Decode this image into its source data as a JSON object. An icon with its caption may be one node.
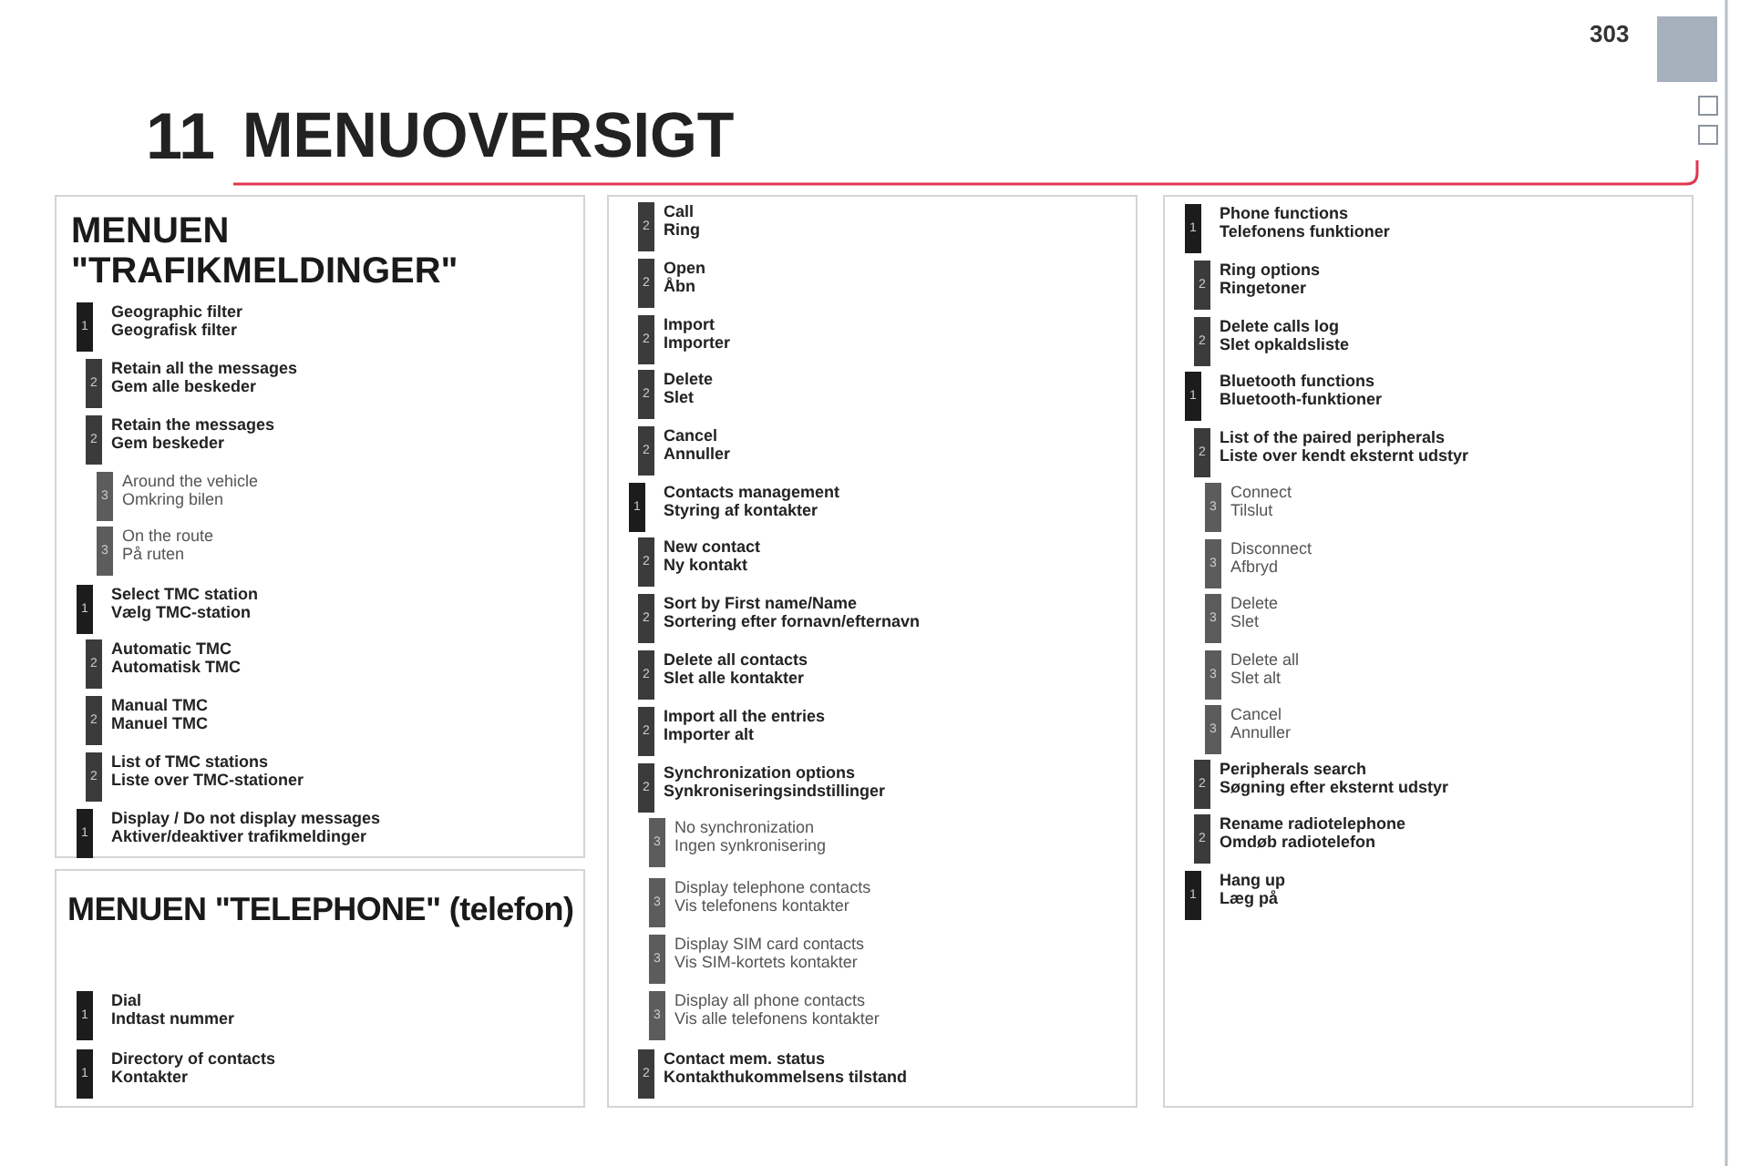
{
  "diagram": {
    "title": "MENUOVERSIGT",
    "nodes": [
      {
        "text": [
          "MENUEN \"TRAFIKMELDINGER\""
        ]
      },
      {
        "text": [
          "1",
          "Geographic filter",
          "Geografisk filter"
        ],
        "in": 0
      },
      {
        "text": [
          "2",
          "Retain all the messages",
          "Gem alle beskeder"
        ],
        "in": 0
      },
      {
        "text": [
          "2",
          "Retain the messages",
          "Gem beskeder"
        ],
        "in": 0
      },
      {
        "text": [
          "3",
          "Around the vehicle",
          "Omkring bilen"
        ],
        "in": 0
      },
      {
        "text": [
          "3",
          "On the route",
          "På ruten"
        ],
        "in": 0
      },
      {
        "text": [
          "1",
          "Select TMC station",
          "Vælg TMC-station"
        ],
        "in": 0
      },
      {
        "text": [
          "2",
          "Automatic TMC",
          "Automatisk TMC"
        ],
        "in": 0
      },
      {
        "text": [
          "2",
          "Manual TMC",
          "Manuel TMC"
        ],
        "in": 0
      },
      {
        "text": [
          "2",
          "List of TMC stations",
          "Liste over TMC-stationer"
        ],
        "in": 0
      },
      {
        "text": [
          "1",
          "Display / Do not display messages",
          "Aktiver/deaktiver trafikmeldinger"
        ],
        "in": 0
      },
      {
        "text": [
          "MENUEN \"TELEPHONE\" (telefon)"
        ]
      },
      {
        "text": [
          "1",
          "Dial",
          "Indtast nummer"
        ],
        "in": 11
      },
      {
        "text": [
          "1",
          "Directory of contacts",
          "Kontakter"
        ],
        "in": 11
      },
      {
        "text": [],
        "shape": "box"
      },
      {
        "text": [
          "2",
          "Call",
          "Ring"
        ],
        "in": 14
      },
      {
        "text": [
          "2",
          "Open",
          "Åbn"
        ],
        "in": 14
      },
      {
        "text": [
          "2",
          "Import",
          "Importer"
        ],
        "in": 14
      },
      {
        "text": [
          "2",
          "Delete",
          "Slet"
        ],
        "in": 14
      },
      {
        "text": [
          "2",
          "Cancel",
          "Annuller"
        ],
        "in": 14
      },
      {
        "text": [
          "1",
          "Contacts management",
          "Styring af kontakter"
        ],
        "in": 14
      },
      {
        "text": [
          "2",
          "New contact",
          "Ny kontakt"
        ],
        "in": 14
      },
      {
        "text": [
          "2",
          "Sort by First name/Name",
          "Sortering efter fornavn/efternavn"
        ],
        "in": 14
      },
      {
        "text": [
          "2",
          "Delete all contacts",
          "Slet alle kontakter"
        ],
        "in": 14
      },
      {
        "text": [
          "2",
          "Import all the entries",
          "Importer alt"
        ],
        "in": 14
      },
      {
        "text": [
          "2",
          "Synchronization options",
          "Synkroniseringsindstillinger"
        ],
        "in": 14
      },
      {
        "text": [
          "3",
          "No synchronization",
          "Ingen synkronisering"
        ],
        "in": 14
      },
      {
        "text": [
          "3",
          "Display telephone contacts",
          "Vis telefonens kontakter"
        ],
        "in": 14
      },
      {
        "text": [
          "3",
          "Display SIM card contacts",
          "Vis SIM-kortets kontakter"
        ],
        "in": 14
      },
      {
        "text": [
          "3",
          "Display all phone contacts",
          "Vis alle telefonens kontakter"
        ],
        "in": 14
      },
      {
        "text": [
          "2",
          "Contact mem. status",
          "Kontakthukommelsens tilstand"
        ],
        "in": 14
      },
      {
        "text": [],
        "shape": "box"
      },
      {
        "text": [
          "1",
          "Phone functions",
          "Telefonens funktioner"
        ],
        "in": 31
      },
      {
        "text": [
          "2",
          "Ring options",
          "Ringetoner"
        ],
        "in": 31
      },
      {
        "text": [
          "2",
          "Delete calls log",
          "Slet opkaldsliste"
        ],
        "in": 31
      },
      {
        "text": [
          "1",
          "Bluetooth functions",
          "Bluetooth-funktioner"
        ],
        "in": 31
      },
      {
        "text": [
          "2",
          "List of the paired peripherals",
          "Liste over kendt eksternt udstyr"
        ],
        "in": 31
      },
      {
        "text": [
          "3",
          "Connect",
          "Tilslut"
        ],
        "in": 31
      },
      {
        "text": [
          "3",
          "Disconnect",
          "Afbryd"
        ],
        "in": 31
      },
      {
        "text": [
          "3",
          "Delete",
          "Slet"
        ],
        "in": 31
      },
      {
        "text": [
          "3",
          "Delete all",
          "Slet alt"
        ],
        "in": 31
      },
      {
        "text": [
          "3",
          "Cancel",
          "Annuller"
        ],
        "in": 31
      },
      {
        "text": [
          "2",
          "Peripherals search",
          "Søgning efter eksternt udstyr"
        ],
        "in": 31
      },
      {
        "text": [
          "2",
          "Rename radiotelephone",
          "Omdøb radiotelefon"
        ],
        "in": 31
      },
      {
        "text": [
          "1",
          "Hang up",
          "Læg på"
        ],
        "in": 31
      }
    ],
    "labels": [
      "303",
      "11"
    ]
  }
}
